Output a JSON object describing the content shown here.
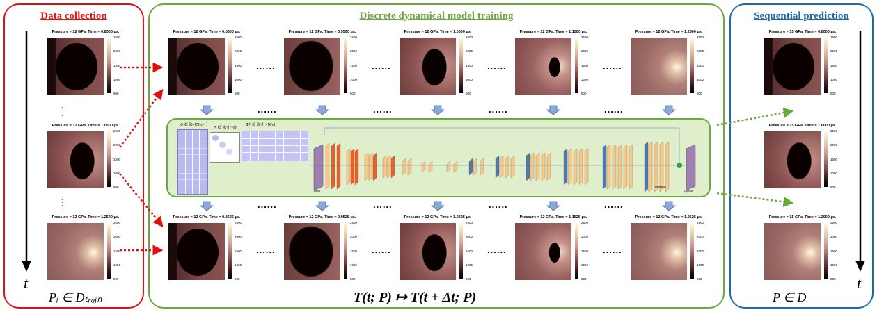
{
  "panels": {
    "left": {
      "title": "Data collection",
      "color": "#e01010",
      "formula": "Pᵢ ∈ Dₜᵣₐᵢₙ"
    },
    "middle": {
      "title": "Discrete dynamical model training",
      "color": "#6aaa3a",
      "formula": "T(t; P) ↦ T(t + Δt; P)"
    },
    "right": {
      "title": "Sequential prediction",
      "color": "#1a6ab0",
      "formula": "P ∈ D"
    }
  },
  "time_axis_label": "t",
  "ellipsis": "......",
  "colorbar_ticks": [
    "2500",
    "2000",
    "1500",
    "1000",
    "500"
  ],
  "frames": {
    "left": [
      {
        "title": "Pressure = 12 GPa. Time = 0.8500 μs.",
        "style": "a"
      },
      {
        "title": "Pressure = 12 GPa. Time = 1.0500 μs.",
        "style": "c"
      },
      {
        "title": "Pressure = 12 GPa. Time = 1.2500 μs.",
        "style": "e"
      }
    ],
    "top": [
      {
        "title": "Pressure = 12 GPa. Time = 0.8500 μs.",
        "style": "a"
      },
      {
        "title": "Pressure = 12 GPa. Time = 0.9500 μs.",
        "style": "b"
      },
      {
        "title": "Pressure = 12 GPa. Time = 1.0500 μs.",
        "style": "c"
      },
      {
        "title": "Pressure = 12 GPa. Time = 1.1500 μs.",
        "style": "d"
      },
      {
        "title": "Pressure = 12 GPa. Time = 1.2500 μs.",
        "style": "e"
      }
    ],
    "bottom": [
      {
        "title": "Pressure = 12 GPa. Time = 0.8525 μs.",
        "style": "a"
      },
      {
        "title": "Pressure = 12 GPa. Time = 0.9525 μs.",
        "style": "b"
      },
      {
        "title": "Pressure = 12 GPa. Time = 1.0525 μs.",
        "style": "c"
      },
      {
        "title": "Pressure = 12 GPa. Time = 1.1525 μs.",
        "style": "d"
      },
      {
        "title": "Pressure = 12 GPa. Time = 1.2525 μs.",
        "style": "e"
      }
    ],
    "right": [
      {
        "title": "Pressure = 15 GPa. Time = 0.8000 μs.",
        "style": "a"
      },
      {
        "title": "Pressure = 15 GPa. Time = 1.0000 μs.",
        "style": "c"
      },
      {
        "title": "Pressure = 15 GPa. Time = 1.2000 μs.",
        "style": "e"
      }
    ]
  },
  "model": {
    "phi_label": "Φ ∈ ℝ^{N²ₛ×r}",
    "lambda_label": "Λ ∈ ℝ^{r×r}",
    "phi_dagger_label": "Φ† ∈ ℝ^{r×N²ₛ}",
    "unet_input": "Input",
    "unet_output": "Output",
    "unet_residual": "Residual"
  }
}
